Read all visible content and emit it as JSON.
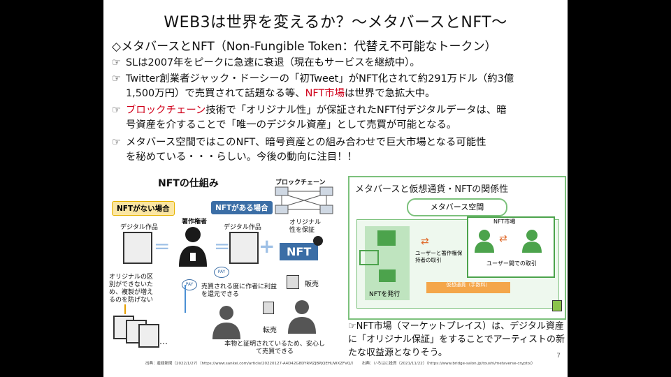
{
  "slide": {
    "title": "WEB3は世界を変えるか？～メタバースとNFT～",
    "heading": "◇メタバースとNFT（Non-Fungible Token：代替え不可能なトークン）",
    "bullets": [
      {
        "hand": "☞",
        "text": "SLは2007年をピークに急速に衰退（現在もサービスを継続中）。"
      },
      {
        "hand": "☞",
        "text1": "Twitter創業者ジャック・ドーシーの「初Tweet」がNFT化されて約291万ドル（約3億",
        "text2a": "1,500万円）で売買されて話題なる等、",
        "red": "NFT市場",
        "text2b": "は世界で急拡大中。"
      },
      {
        "hand": "☞",
        "red": "ブロックチェーン",
        "text1": "技術で「オリジナル性」が保証されたNFT付デジタルデータは、暗",
        "text2": "号資産を介することで「唯一のデジタル資産」として売買が可能となる。"
      },
      {
        "hand": "☞",
        "text1": "メタバース空間ではこのNFT、暗号資産との組み合わせで巨大市場となる可能性",
        "text2": "を秘めている・・・らしい。今後の動向に注目！！"
      }
    ],
    "page_number": "7"
  },
  "left_diagram": {
    "title": "NFTの仕組み",
    "no_nft": "NFTがない場合",
    "with_nft": "NFTがある場合",
    "blockchain": "ブロックチェーン",
    "digital_work_1": "デジタル作品",
    "digital_work_2": "デジタル作品",
    "author": "著作権者",
    "originality": "オリジナル性を保証",
    "nft": "NFT",
    "pay": "PAY",
    "no_nft_note": "オリジナルの区別ができないため、複製が増えるのを防げない",
    "return_note": "売買される度に作者に利益を還元できる",
    "sell": "販売",
    "resell": "転売",
    "bottom_note": "本物と証明されているため、安心して売買できる",
    "source": "出典：産経新聞（2022/1/27）（https://www.sankei.com/article/20220127-A4D42G8DYRMZJBPJQEHUWXZFVQ/）"
  },
  "right_diagram": {
    "title": "メタバースと仮想通貨・NFTの関係性",
    "space": "メタバース空間",
    "market": "NFT市場",
    "trade_author": "ユーザーと著作権保持者の取引",
    "trade_users": "ユーザー間での取引",
    "currency": "仮想通貨（手数料）",
    "issue": "NFTを発行",
    "source": "出典：いろはに投資（2021/11/22）（https://www.bridge-salon.jp/toushi/metaverse-crypto/）"
  },
  "caption": {
    "hand": "☞",
    "text": "NFT市場（マーケットプレイス）は、デジタル資産に「オリジナル保証」をすることでアーティストの新たな収益源となりそう。"
  }
}
